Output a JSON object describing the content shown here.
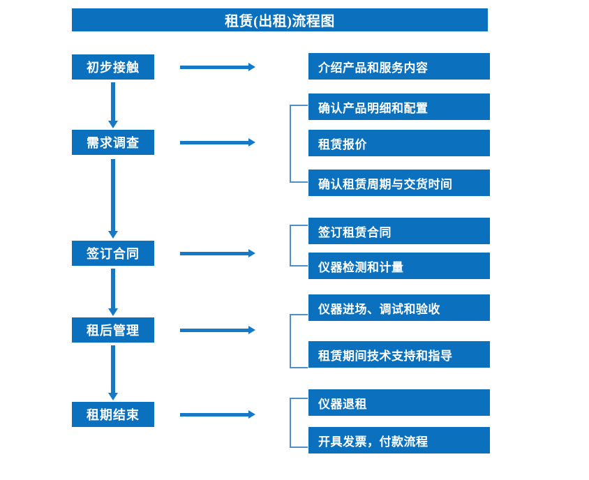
{
  "diagram": {
    "title": "租赁(出租)流程图",
    "accent_color": "#0B71BE",
    "arrow_color": "#1679C8",
    "bracket_color": "#4E8FCB",
    "text_color": "#FFFFFF",
    "background_color": "#FFFFFF"
  },
  "stages": [
    {
      "label": "初步接触"
    },
    {
      "label": "需求调查"
    },
    {
      "label": "签订合同"
    },
    {
      "label": "租后管理"
    },
    {
      "label": "租期结束"
    }
  ],
  "groups": [
    {
      "stage": "初步接触",
      "bracket": false,
      "details": [
        {
          "label": "介绍产品和服务内容"
        }
      ]
    },
    {
      "stage": "需求调查",
      "bracket": true,
      "details": [
        {
          "label": "确认产品明细和配置"
        },
        {
          "label": "租赁报价"
        },
        {
          "label": "确认租赁周期与交货时间"
        }
      ]
    },
    {
      "stage": "签订合同",
      "bracket": true,
      "details": [
        {
          "label": "签订租赁合同"
        },
        {
          "label": "仪器检测和计量"
        }
      ]
    },
    {
      "stage": "租后管理",
      "bracket": true,
      "details": [
        {
          "label": "仪器进场、调试和验收"
        },
        {
          "label": "租赁期间技术支持和指导"
        }
      ]
    },
    {
      "stage": "租期结束",
      "bracket": true,
      "details": [
        {
          "label": "仪器退租"
        },
        {
          "label": "开具发票，付款流程"
        }
      ]
    }
  ],
  "connectors": {
    "vertical_arrow_icon": "arrow-down-icon",
    "horizontal_arrow_icon": "arrow-right-icon",
    "bracket_icon": "group-bracket-icon",
    "vertical_count": 4,
    "horizontal_count": 5
  }
}
